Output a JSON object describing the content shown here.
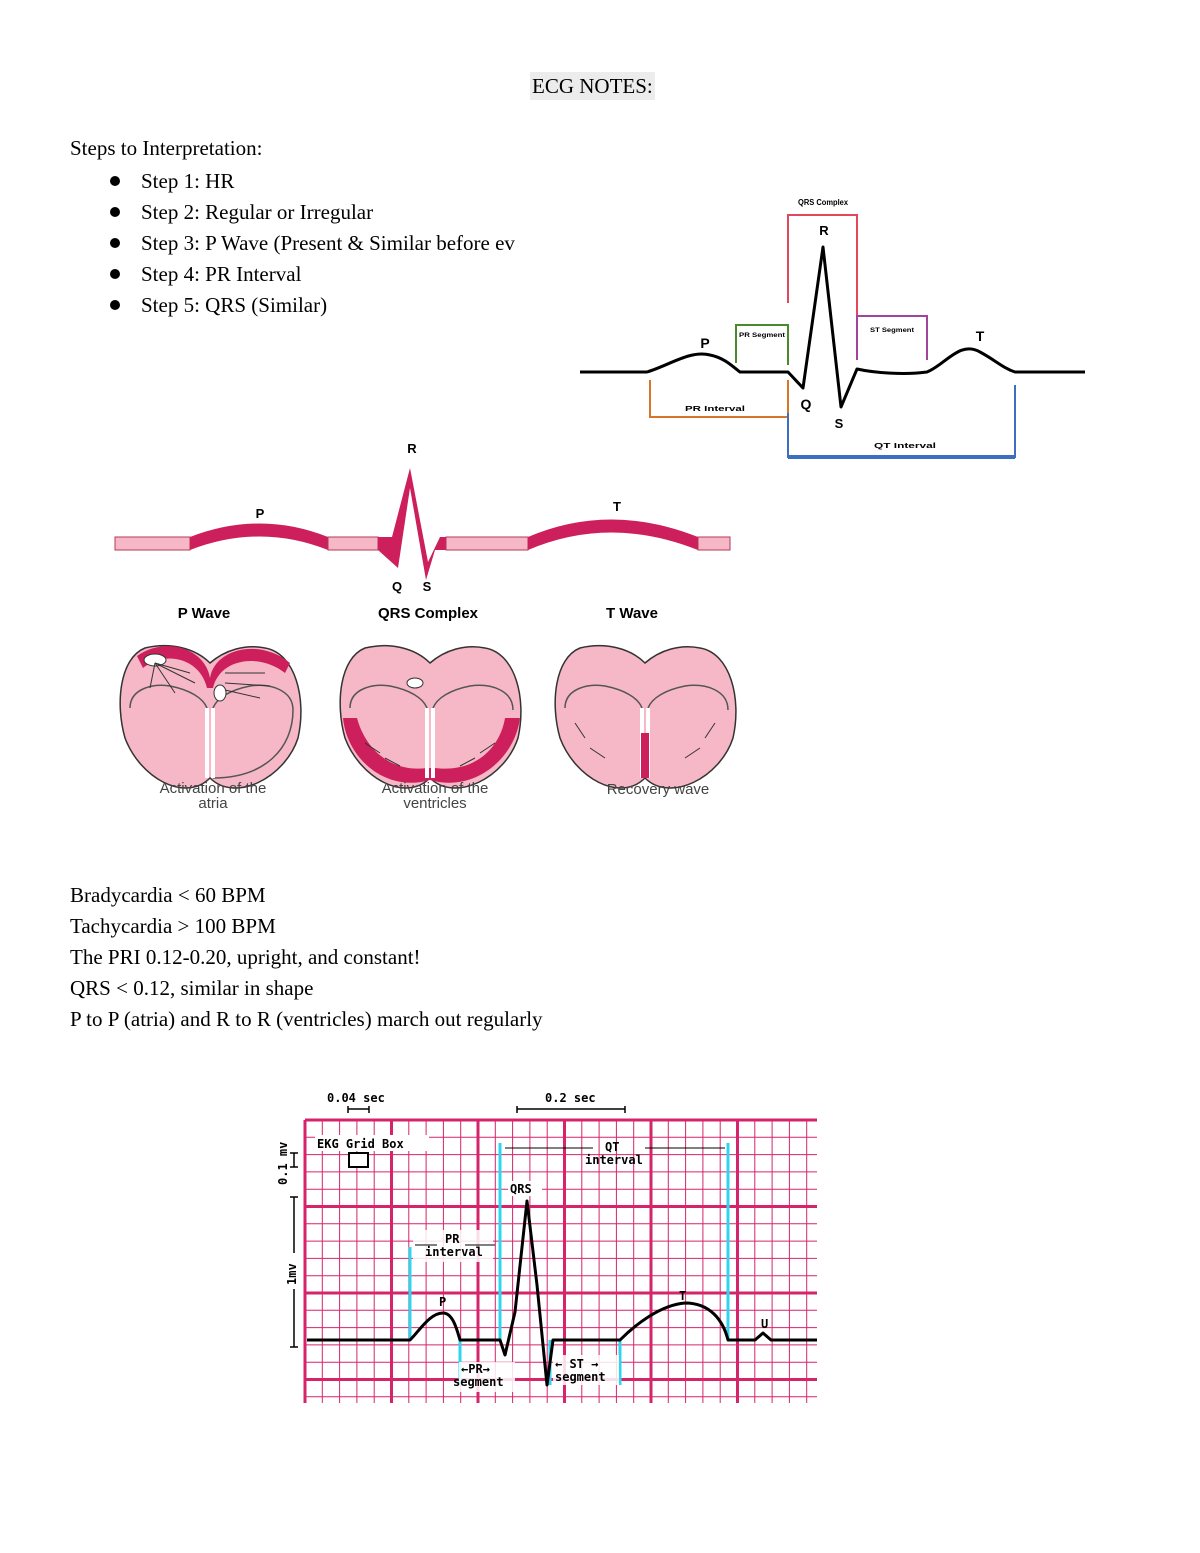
{
  "title": "ECG NOTES:",
  "steps_heading": "Steps to Interpretation:",
  "steps": [
    "Step 1: HR",
    "Step 2: Regular or Irregular",
    "Step 3: P Wave (Present & Similar before ev",
    "Step 4: PR Interval",
    "Step 5: QRS (Similar)"
  ],
  "facts": [
    "Bradycardia < 60 BPM",
    "Tachycardia > 100 BPM",
    "The PRI 0.12-0.20, upright, and constant!",
    "QRS < 0.12, similar in shape",
    "P to P (atria) and R to R (ventricles) march out regularly"
  ],
  "figure1": {
    "qrs_complex": "QRS Complex",
    "pr_segment": "PR Segment",
    "st_segment": "ST Segment",
    "pr_interval": "PR Interval",
    "qt_interval": "QT Interval",
    "p": "P",
    "q": "Q",
    "r": "R",
    "s": "S",
    "t": "T"
  },
  "figure2": {
    "p": "P",
    "r": "R",
    "q": "Q",
    "s": "S",
    "t": "T",
    "panels": [
      {
        "heading": "P Wave",
        "caption_line1": "Activation of the",
        "caption_line2": "atria"
      },
      {
        "heading": "QRS Complex",
        "caption_line1": "Activation of the",
        "caption_line2": "ventricles"
      },
      {
        "heading": "T Wave",
        "caption_line1": "Recovery wave",
        "caption_line2": ""
      }
    ]
  },
  "figure3": {
    "sec_small": "0.04 sec",
    "sec_large": "0.2 sec",
    "mv_small": "0.1 mv",
    "mv_large": "1mv",
    "grid_box": "EKG Grid Box",
    "qt_line1": "QT",
    "qt_line2": "interval",
    "qrs": "QRS",
    "pr_line1": "PR",
    "pr_line2": "interval",
    "p": "P",
    "t": "T",
    "u": "U",
    "prseg_line1": "←PR→",
    "prseg_line2": "segment",
    "st_line1": "← ST →",
    "st_line2": "segment"
  },
  "colors": {
    "ecg_pink": "#cc1f5b",
    "heart_pink": "#f6b8c6",
    "grid_line": "#d6246b",
    "cyan": "#2fd4ee",
    "qrs_red": "#e4475c",
    "pr_segment_green": "#4a8a2a",
    "st_segment_purple": "#a0449c",
    "pr_interval_orange": "#d9742c",
    "qt_interval_blue": "#3c6fbf"
  }
}
